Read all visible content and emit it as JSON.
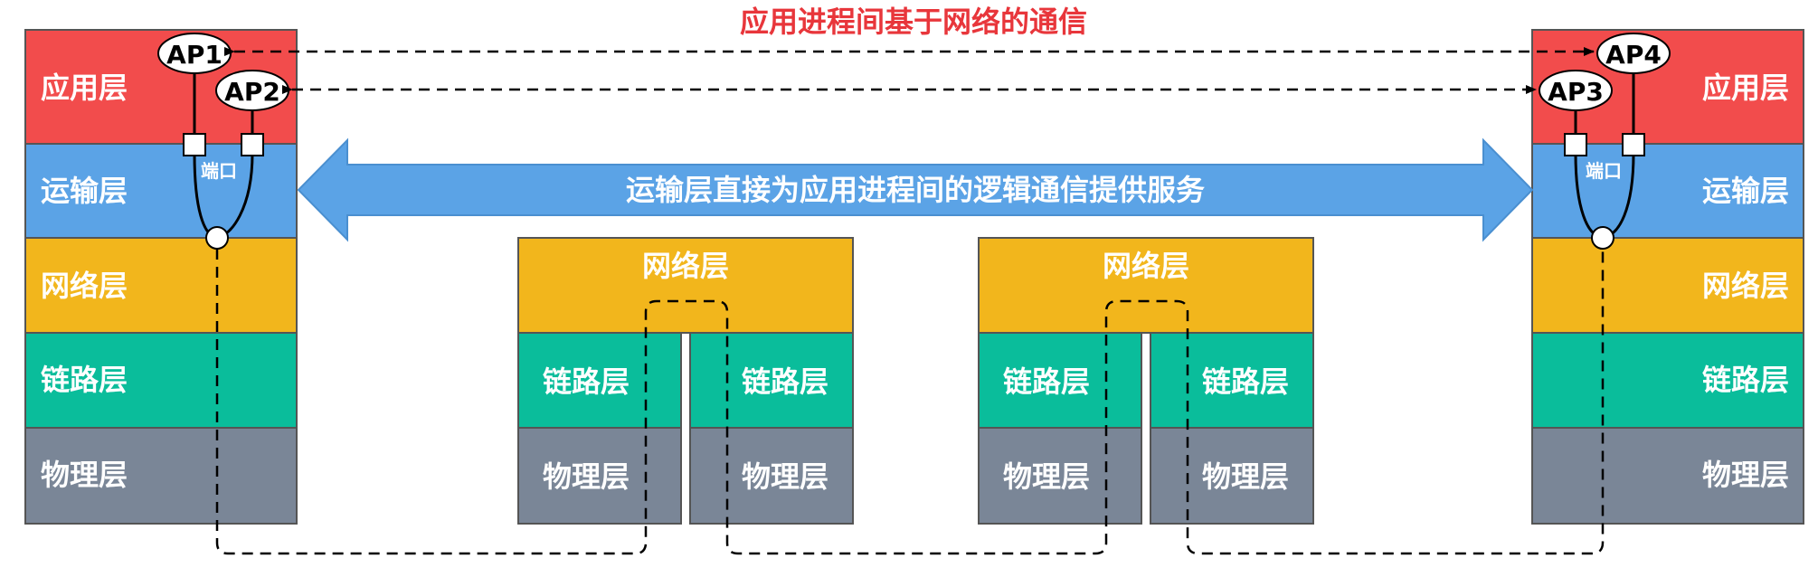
{
  "title": "应用进程间基于网络的通信",
  "transport_arrow_label": "运输层直接为应用进程间的逻辑通信提供服务",
  "port_label": "端口",
  "layers": {
    "app": "应用层",
    "transport": "运输层",
    "network": "网络层",
    "link": "链路层",
    "physical": "物理层"
  },
  "processes": {
    "ap1": "AP1",
    "ap2": "AP2",
    "ap3": "AP3",
    "ap4": "AP4"
  },
  "colors": {
    "app": "#F24C4C",
    "transport": "#5BA3E6",
    "network": "#F2B61C",
    "link": "#0ABD9B",
    "physical": "#7A8697",
    "title": "#E8363B",
    "arrow": "#5BA3E6"
  }
}
